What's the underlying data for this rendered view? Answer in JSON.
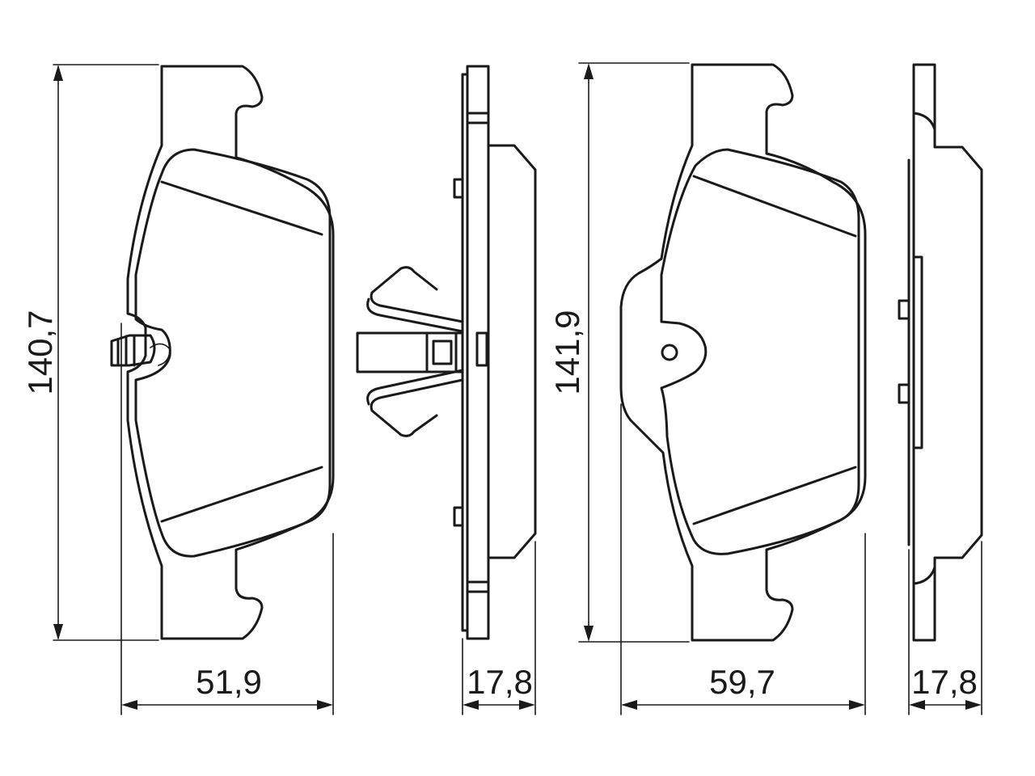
{
  "dimensions": {
    "pad1_height": "140,7",
    "pad1_width": "51,9",
    "pad1_thickness": "17,8",
    "pad2_height": "141,9",
    "pad2_width": "59,7",
    "pad2_thickness": "17,8"
  },
  "colors": {
    "line": "#1a1a1a",
    "background": "#ffffff"
  }
}
